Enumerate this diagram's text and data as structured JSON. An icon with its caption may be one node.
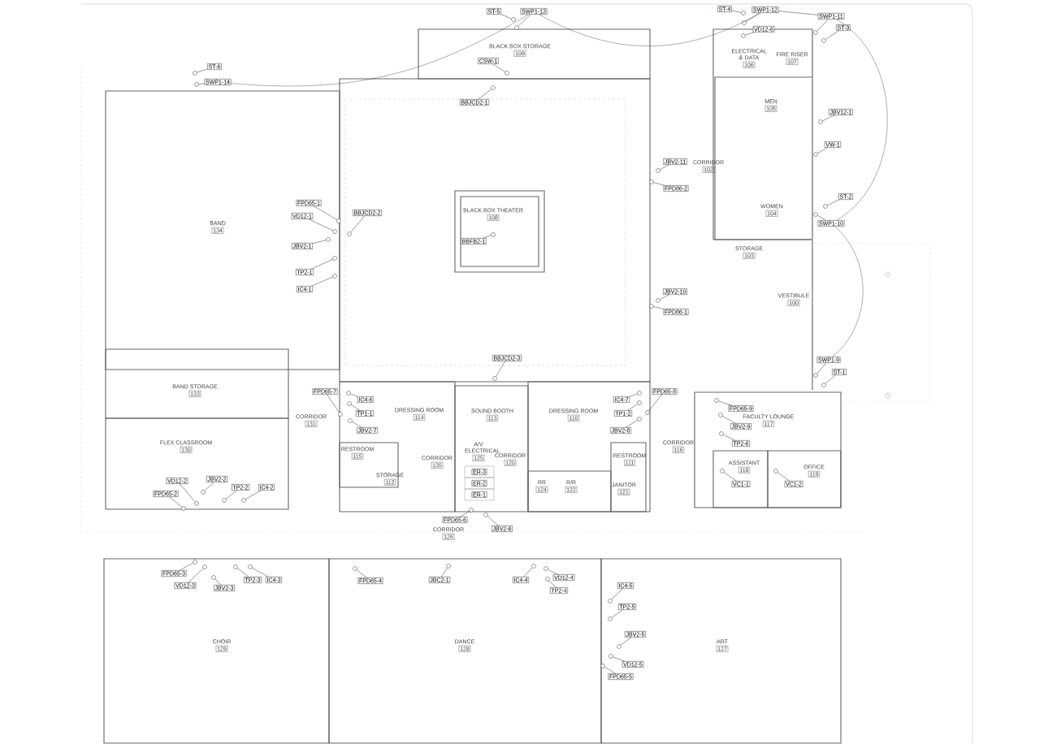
{
  "diagram": {
    "nodes": [
      {
        "text": [
          "BAND",
          "134"
        ]
      },
      {
        "text": [
          "BLACK BOX STORAGE",
          "109"
        ]
      },
      {
        "text": [
          "ELECTRICAL & DATA",
          "106"
        ]
      },
      {
        "text": [
          "FIRE RISER",
          "107"
        ]
      },
      {
        "text": [
          "MEN",
          "105"
        ]
      },
      {
        "text": [
          "CORRIDOR",
          "102"
        ]
      },
      {
        "text": [
          "BLACK BOX THEATER",
          "108"
        ]
      },
      {
        "text": [
          "WOMEN",
          "104"
        ]
      },
      {
        "text": [
          "STORAGE",
          "103"
        ]
      },
      {
        "text": [
          "VESTIBULE",
          "100"
        ]
      },
      {
        "text": [
          "BAND STORAGE",
          "133"
        ]
      },
      {
        "text": [
          "CORRIDOR",
          "131"
        ]
      },
      {
        "text": [
          "FLEX CLASSROOM",
          "130"
        ]
      },
      {
        "text": [
          "DRESSING ROOM",
          "114"
        ]
      },
      {
        "text": [
          "SOUND BOOTH",
          "113"
        ]
      },
      {
        "text": [
          "DRESSING ROOM",
          "110"
        ]
      },
      {
        "text": [
          "CORRIDOR",
          "116"
        ]
      },
      {
        "text": [
          "FACULTY LOUNGE",
          "117"
        ]
      },
      {
        "text": [
          "RESTROOM",
          "115"
        ]
      },
      {
        "text": [
          "STORAGE",
          "112"
        ]
      },
      {
        "text": [
          "A/V ELECTRICAL",
          "125"
        ]
      },
      {
        "text": [
          "CORRIDOR",
          "135"
        ]
      },
      {
        "text": [
          "CORRIDOR",
          "120"
        ]
      },
      {
        "text": [
          "RESTROOM",
          "111"
        ]
      },
      {
        "text": [
          "ASSISTANT",
          "118"
        ]
      },
      {
        "text": [
          "OFFICE",
          "119"
        ]
      },
      {
        "text": [
          "RR",
          "124"
        ]
      },
      {
        "text": [
          "R/R",
          "122"
        ]
      },
      {
        "text": [
          "JANITOR",
          "121"
        ]
      },
      {
        "text": [
          "CORRIDOR",
          "126"
        ]
      },
      {
        "text": [
          "CHOIR",
          "129"
        ]
      },
      {
        "text": [
          "DANCE",
          "128"
        ]
      },
      {
        "text": [
          "ART",
          "127"
        ]
      },
      {
        "text": [
          "ST-6"
        ]
      },
      {
        "text": [
          "SWP1-14"
        ]
      },
      {
        "text": [
          "ST-5"
        ]
      },
      {
        "text": [
          "SWP1-13"
        ]
      },
      {
        "text": [
          "CSW-1"
        ]
      },
      {
        "text": [
          "BBJCD2-1"
        ]
      },
      {
        "text": [
          "ST-4"
        ]
      },
      {
        "text": [
          "SWP1-12"
        ]
      },
      {
        "text": [
          "VD12-6"
        ]
      },
      {
        "text": [
          "SWP1-11"
        ]
      },
      {
        "text": [
          "ST-3"
        ]
      },
      {
        "text": [
          "JBV12-1"
        ]
      },
      {
        "text": [
          "VW-1"
        ]
      },
      {
        "text": [
          "ST-2"
        ]
      },
      {
        "text": [
          "SWP1-10"
        ]
      },
      {
        "text": [
          "SWP1-9"
        ]
      },
      {
        "text": [
          "ST-1"
        ]
      },
      {
        "text": [
          "FPD65-1"
        ]
      },
      {
        "text": [
          "VD12-1"
        ]
      },
      {
        "text": [
          "JBV2-1"
        ]
      },
      {
        "text": [
          "TP2-1"
        ]
      },
      {
        "text": [
          "IC4-1"
        ]
      },
      {
        "text": [
          "BBJCD2-2"
        ]
      },
      {
        "text": [
          "BBFB2-1"
        ]
      },
      {
        "text": [
          "JBV2-11"
        ]
      },
      {
        "text": [
          "FPD86-2"
        ]
      },
      {
        "text": [
          "JBV2-10"
        ]
      },
      {
        "text": [
          "FPD86-1"
        ]
      },
      {
        "text": [
          "BBJCD2-3"
        ]
      },
      {
        "text": [
          "FPD65-7"
        ]
      },
      {
        "text": [
          "IC4-6"
        ]
      },
      {
        "text": [
          "TP1-1"
        ]
      },
      {
        "text": [
          "JBV2-7"
        ]
      },
      {
        "text": [
          "IC4-7"
        ]
      },
      {
        "text": [
          "TP1-2"
        ]
      },
      {
        "text": [
          "JBV2-8"
        ]
      },
      {
        "text": [
          "FPD65-8"
        ]
      },
      {
        "text": [
          "FPD65-9"
        ]
      },
      {
        "text": [
          "JBV2-9"
        ]
      },
      {
        "text": [
          "TP2-6"
        ]
      },
      {
        "text": [
          "VD12-2"
        ]
      },
      {
        "text": [
          "JBV2-2"
        ]
      },
      {
        "text": [
          "FPD65-2"
        ]
      },
      {
        "text": [
          "TP2-2"
        ]
      },
      {
        "text": [
          "IC4-2"
        ]
      },
      {
        "text": [
          "ER-3"
        ]
      },
      {
        "text": [
          "ER-2"
        ]
      },
      {
        "text": [
          "ER-1"
        ]
      },
      {
        "text": [
          "VC1-1"
        ]
      },
      {
        "text": [
          "VC1-2"
        ]
      },
      {
        "text": [
          "FPD65-6"
        ]
      },
      {
        "text": [
          "JBV2-6"
        ]
      },
      {
        "text": [
          "FPD65-3"
        ]
      },
      {
        "text": [
          "VD12-3"
        ]
      },
      {
        "text": [
          "JBV2-3"
        ]
      },
      {
        "text": [
          "TP2-3"
        ]
      },
      {
        "text": [
          "IC4-3"
        ]
      },
      {
        "text": [
          "FPD65-4"
        ]
      },
      {
        "text": [
          "JBC2-1"
        ]
      },
      {
        "text": [
          "IC4-4"
        ]
      },
      {
        "text": [
          "VD12-4"
        ]
      },
      {
        "text": [
          "TP2-4"
        ]
      },
      {
        "text": [
          "IC4-5"
        ]
      },
      {
        "text": [
          "TP2-5"
        ]
      },
      {
        "text": [
          "JBV2-5"
        ]
      },
      {
        "text": [
          "VD12-5"
        ]
      },
      {
        "text": [
          "FPD65-5"
        ]
      },
      {
        "text": [],
        "shape": "circle"
      },
      {
        "text": [],
        "shape": "circle"
      },
      {
        "text": [],
        "shape": "circle"
      },
      {
        "text": [],
        "shape": "circle"
      },
      {
        "text": [],
        "shape": "circle"
      },
      {
        "text": [],
        "shape": "circle"
      },
      {
        "text": [],
        "shape": "circle"
      },
      {
        "text": [],
        "shape": "circle"
      },
      {
        "text": [],
        "shape": "circle"
      },
      {
        "text": [],
        "shape": "circle"
      },
      {
        "text": [],
        "shape": "circle"
      },
      {
        "text": [],
        "shape": "circle"
      },
      {
        "text": [],
        "shape": "circle"
      },
      {
        "text": [],
        "shape": "circle"
      },
      {
        "text": [],
        "shape": "circle"
      },
      {
        "text": [],
        "shape": "circle"
      },
      {
        "text": [],
        "shape": "circle"
      },
      {
        "text": [],
        "shape": "circle"
      },
      {
        "text": [],
        "shape": "circle"
      },
      {
        "text": [],
        "shape": "circle"
      },
      {
        "text": [],
        "shape": "circle"
      },
      {
        "text": [],
        "shape": "circle"
      },
      {
        "text": [],
        "shape": "circle"
      },
      {
        "text": [],
        "shape": "circle"
      },
      {
        "text": [],
        "shape": "circle"
      },
      {
        "text": [],
        "shape": "circle"
      },
      {
        "text": [],
        "shape": "circle"
      },
      {
        "text": [],
        "shape": "circle"
      },
      {
        "text": [],
        "shape": "circle"
      },
      {
        "text": [],
        "shape": "circle"
      },
      {
        "text": [],
        "shape": "circle"
      },
      {
        "text": [],
        "shape": "circle"
      },
      {
        "text": [],
        "shape": "circle"
      },
      {
        "text": [],
        "shape": "circle"
      },
      {
        "text": [],
        "shape": "circle"
      },
      {
        "text": [],
        "shape": "circle"
      },
      {
        "text": [],
        "shape": "circle"
      },
      {
        "text": [],
        "shape": "circle"
      },
      {
        "text": [],
        "shape": "circle"
      },
      {
        "text": [],
        "shape": "circle"
      },
      {
        "text": [],
        "shape": "circle"
      },
      {
        "text": [],
        "shape": "circle"
      },
      {
        "text": [],
        "shape": "circle"
      },
      {
        "text": [],
        "shape": "circle"
      },
      {
        "text": [],
        "shape": "circle"
      },
      {
        "text": [],
        "shape": "circle"
      },
      {
        "text": [],
        "shape": "circle"
      },
      {
        "text": [],
        "shape": "circle"
      },
      {
        "text": [],
        "shape": "circle"
      },
      {
        "text": [],
        "shape": "circle"
      },
      {
        "text": [],
        "shape": "circle"
      },
      {
        "text": [],
        "shape": "circle"
      },
      {
        "text": [],
        "shape": "circle"
      },
      {
        "text": [],
        "shape": "circle"
      },
      {
        "text": [],
        "shape": "circle"
      },
      {
        "text": [],
        "shape": "circle"
      },
      {
        "text": [],
        "shape": "circle"
      },
      {
        "text": [],
        "shape": "circle"
      },
      {
        "text": [],
        "shape": "circle"
      },
      {
        "text": [],
        "shape": "circle"
      },
      {
        "text": [],
        "shape": "circle"
      },
      {
        "text": [],
        "shape": "circle"
      },
      {
        "text": [],
        "shape": "circle"
      },
      {
        "text": [],
        "shape": "circle"
      }
    ],
    "edges": [
      {
        "from": 33,
        "to": 100,
        "arrow": "none"
      },
      {
        "from": 34,
        "to": 101,
        "arrow": "none"
      },
      {
        "from": 35,
        "to": 102,
        "arrow": "none"
      },
      {
        "from": 36,
        "to": 103,
        "arrow": "none"
      },
      {
        "from": 37,
        "to": 104,
        "arrow": "none"
      },
      {
        "from": 38,
        "to": 105,
        "arrow": "none"
      },
      {
        "from": 39,
        "to": 106,
        "arrow": "none"
      },
      {
        "from": 40,
        "to": 107,
        "arrow": "none"
      },
      {
        "from": 41,
        "to": 108,
        "arrow": "none"
      },
      {
        "from": 42,
        "to": 109,
        "arrow": "none"
      },
      {
        "from": 43,
        "to": 110,
        "arrow": "none"
      },
      {
        "from": 44,
        "to": 111,
        "arrow": "none"
      },
      {
        "from": 45,
        "to": 112,
        "arrow": "none"
      },
      {
        "from": 46,
        "to": 113,
        "arrow": "none"
      },
      {
        "from": 47,
        "to": 114,
        "arrow": "none"
      },
      {
        "from": 48,
        "to": 115,
        "arrow": "none"
      },
      {
        "from": 49,
        "to": 116,
        "arrow": "none"
      },
      {
        "from": 50,
        "to": 117,
        "arrow": "none"
      },
      {
        "from": 51,
        "to": 118,
        "arrow": "none"
      },
      {
        "from": 52,
        "to": 119,
        "arrow": "none"
      },
      {
        "from": 53,
        "to": 120,
        "arrow": "none"
      },
      {
        "from": 54,
        "to": 121,
        "arrow": "none"
      },
      {
        "from": 55,
        "to": 122,
        "arrow": "none"
      },
      {
        "from": 56,
        "to": 123,
        "arrow": "none"
      },
      {
        "from": 57,
        "to": 124,
        "arrow": "none"
      },
      {
        "from": 58,
        "to": 125,
        "arrow": "none"
      },
      {
        "from": 59,
        "to": 126,
        "arrow": "none"
      },
      {
        "from": 60,
        "to": 127,
        "arrow": "none"
      },
      {
        "from": 61,
        "to": 128,
        "arrow": "none"
      },
      {
        "from": 62,
        "to": 129,
        "arrow": "none"
      },
      {
        "from": 63,
        "to": 130,
        "arrow": "none"
      },
      {
        "from": 64,
        "to": 131,
        "arrow": "none"
      },
      {
        "from": 65,
        "to": 132,
        "arrow": "none"
      },
      {
        "from": 66,
        "to": 133,
        "arrow": "none"
      },
      {
        "from": 67,
        "to": 134,
        "arrow": "none"
      },
      {
        "from": 68,
        "to": 135,
        "arrow": "none"
      },
      {
        "from": 69,
        "to": 136,
        "arrow": "none"
      },
      {
        "from": 70,
        "to": 137,
        "arrow": "none"
      },
      {
        "from": 71,
        "to": 138,
        "arrow": "none"
      },
      {
        "from": 72,
        "to": 139,
        "arrow": "none"
      },
      {
        "from": 73,
        "to": 140,
        "arrow": "none"
      },
      {
        "from": 74,
        "to": 141,
        "arrow": "none"
      },
      {
        "from": 75,
        "to": 142,
        "arrow": "none"
      },
      {
        "from": 76,
        "to": 143,
        "arrow": "none"
      },
      {
        "from": 77,
        "to": 144,
        "arrow": "none"
      },
      {
        "from": 81,
        "to": 145,
        "arrow": "none"
      },
      {
        "from": 82,
        "to": 146,
        "arrow": "none"
      },
      {
        "from": 83,
        "to": 147,
        "arrow": "none"
      },
      {
        "from": 84,
        "to": 148,
        "arrow": "none"
      },
      {
        "from": 85,
        "to": 149,
        "arrow": "none"
      },
      {
        "from": 86,
        "to": 150,
        "arrow": "none"
      },
      {
        "from": 87,
        "to": 151,
        "arrow": "none"
      },
      {
        "from": 88,
        "to": 152,
        "arrow": "none"
      },
      {
        "from": 89,
        "to": 153,
        "arrow": "none"
      },
      {
        "from": 90,
        "to": 154,
        "arrow": "none"
      },
      {
        "from": 91,
        "to": 155,
        "arrow": "none"
      },
      {
        "from": 92,
        "to": 156,
        "arrow": "none"
      },
      {
        "from": 93,
        "to": 157,
        "arrow": "none"
      },
      {
        "from": 94,
        "to": 158,
        "arrow": "none"
      },
      {
        "from": 95,
        "to": 159,
        "arrow": "none"
      },
      {
        "from": 96,
        "to": 160,
        "arrow": "none"
      },
      {
        "from": 97,
        "to": 161,
        "arrow": "none"
      },
      {
        "from": 98,
        "to": 162,
        "arrow": "none"
      },
      {
        "from": 99,
        "to": 163,
        "arrow": "none"
      },
      {
        "from": 34,
        "to": 36,
        "arrow": "none"
      },
      {
        "from": 36,
        "to": 40,
        "arrow": "none"
      },
      {
        "from": 40,
        "to": 42,
        "arrow": "none"
      },
      {
        "from": 42,
        "to": 47,
        "arrow": "none"
      },
      {
        "from": 47,
        "to": 48,
        "arrow": "none"
      }
    ]
  }
}
